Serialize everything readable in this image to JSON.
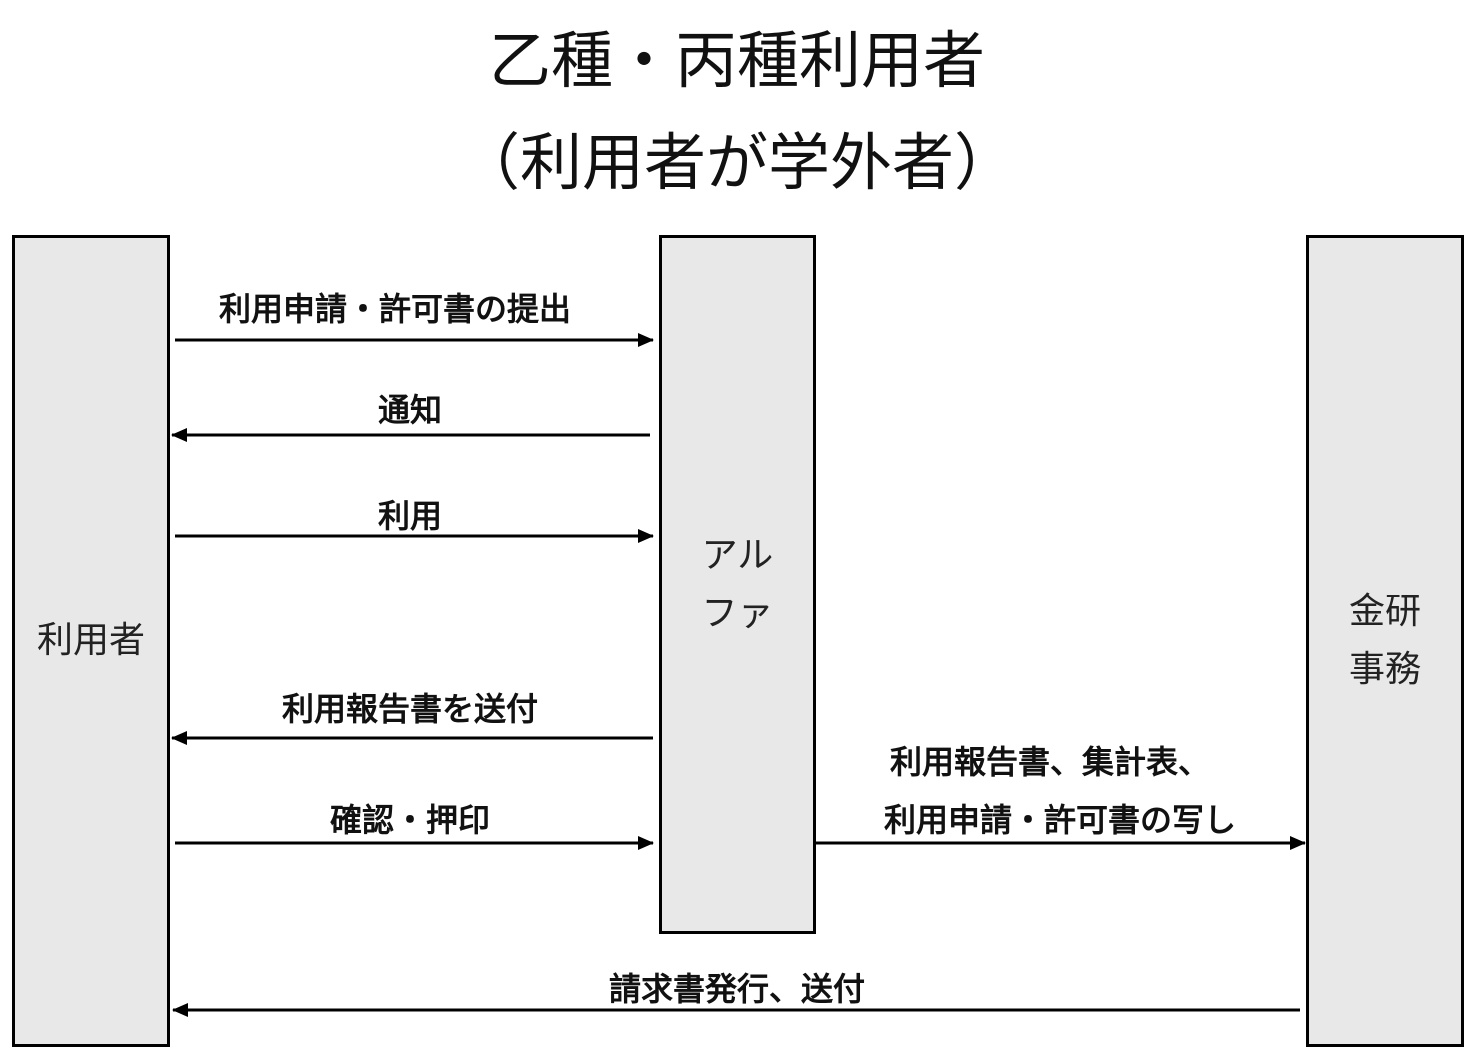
{
  "title": {
    "line1": "乙種・丙種利用者",
    "line2": "（利用者が学外者）"
  },
  "actors": {
    "user": "利用者",
    "alpha": [
      "アル",
      "ファ"
    ],
    "office": [
      "金研",
      "事務"
    ]
  },
  "messages": {
    "m1": "利用申請・許可書の提出",
    "m2": "通知",
    "m3": "利用",
    "m4": "利用報告書を送付",
    "m5": "確認・押印",
    "m6_line1": "利用報告書、集計表、",
    "m6_line2": "利用申請・許可書の写し",
    "m7": "請求書発行、送付"
  }
}
